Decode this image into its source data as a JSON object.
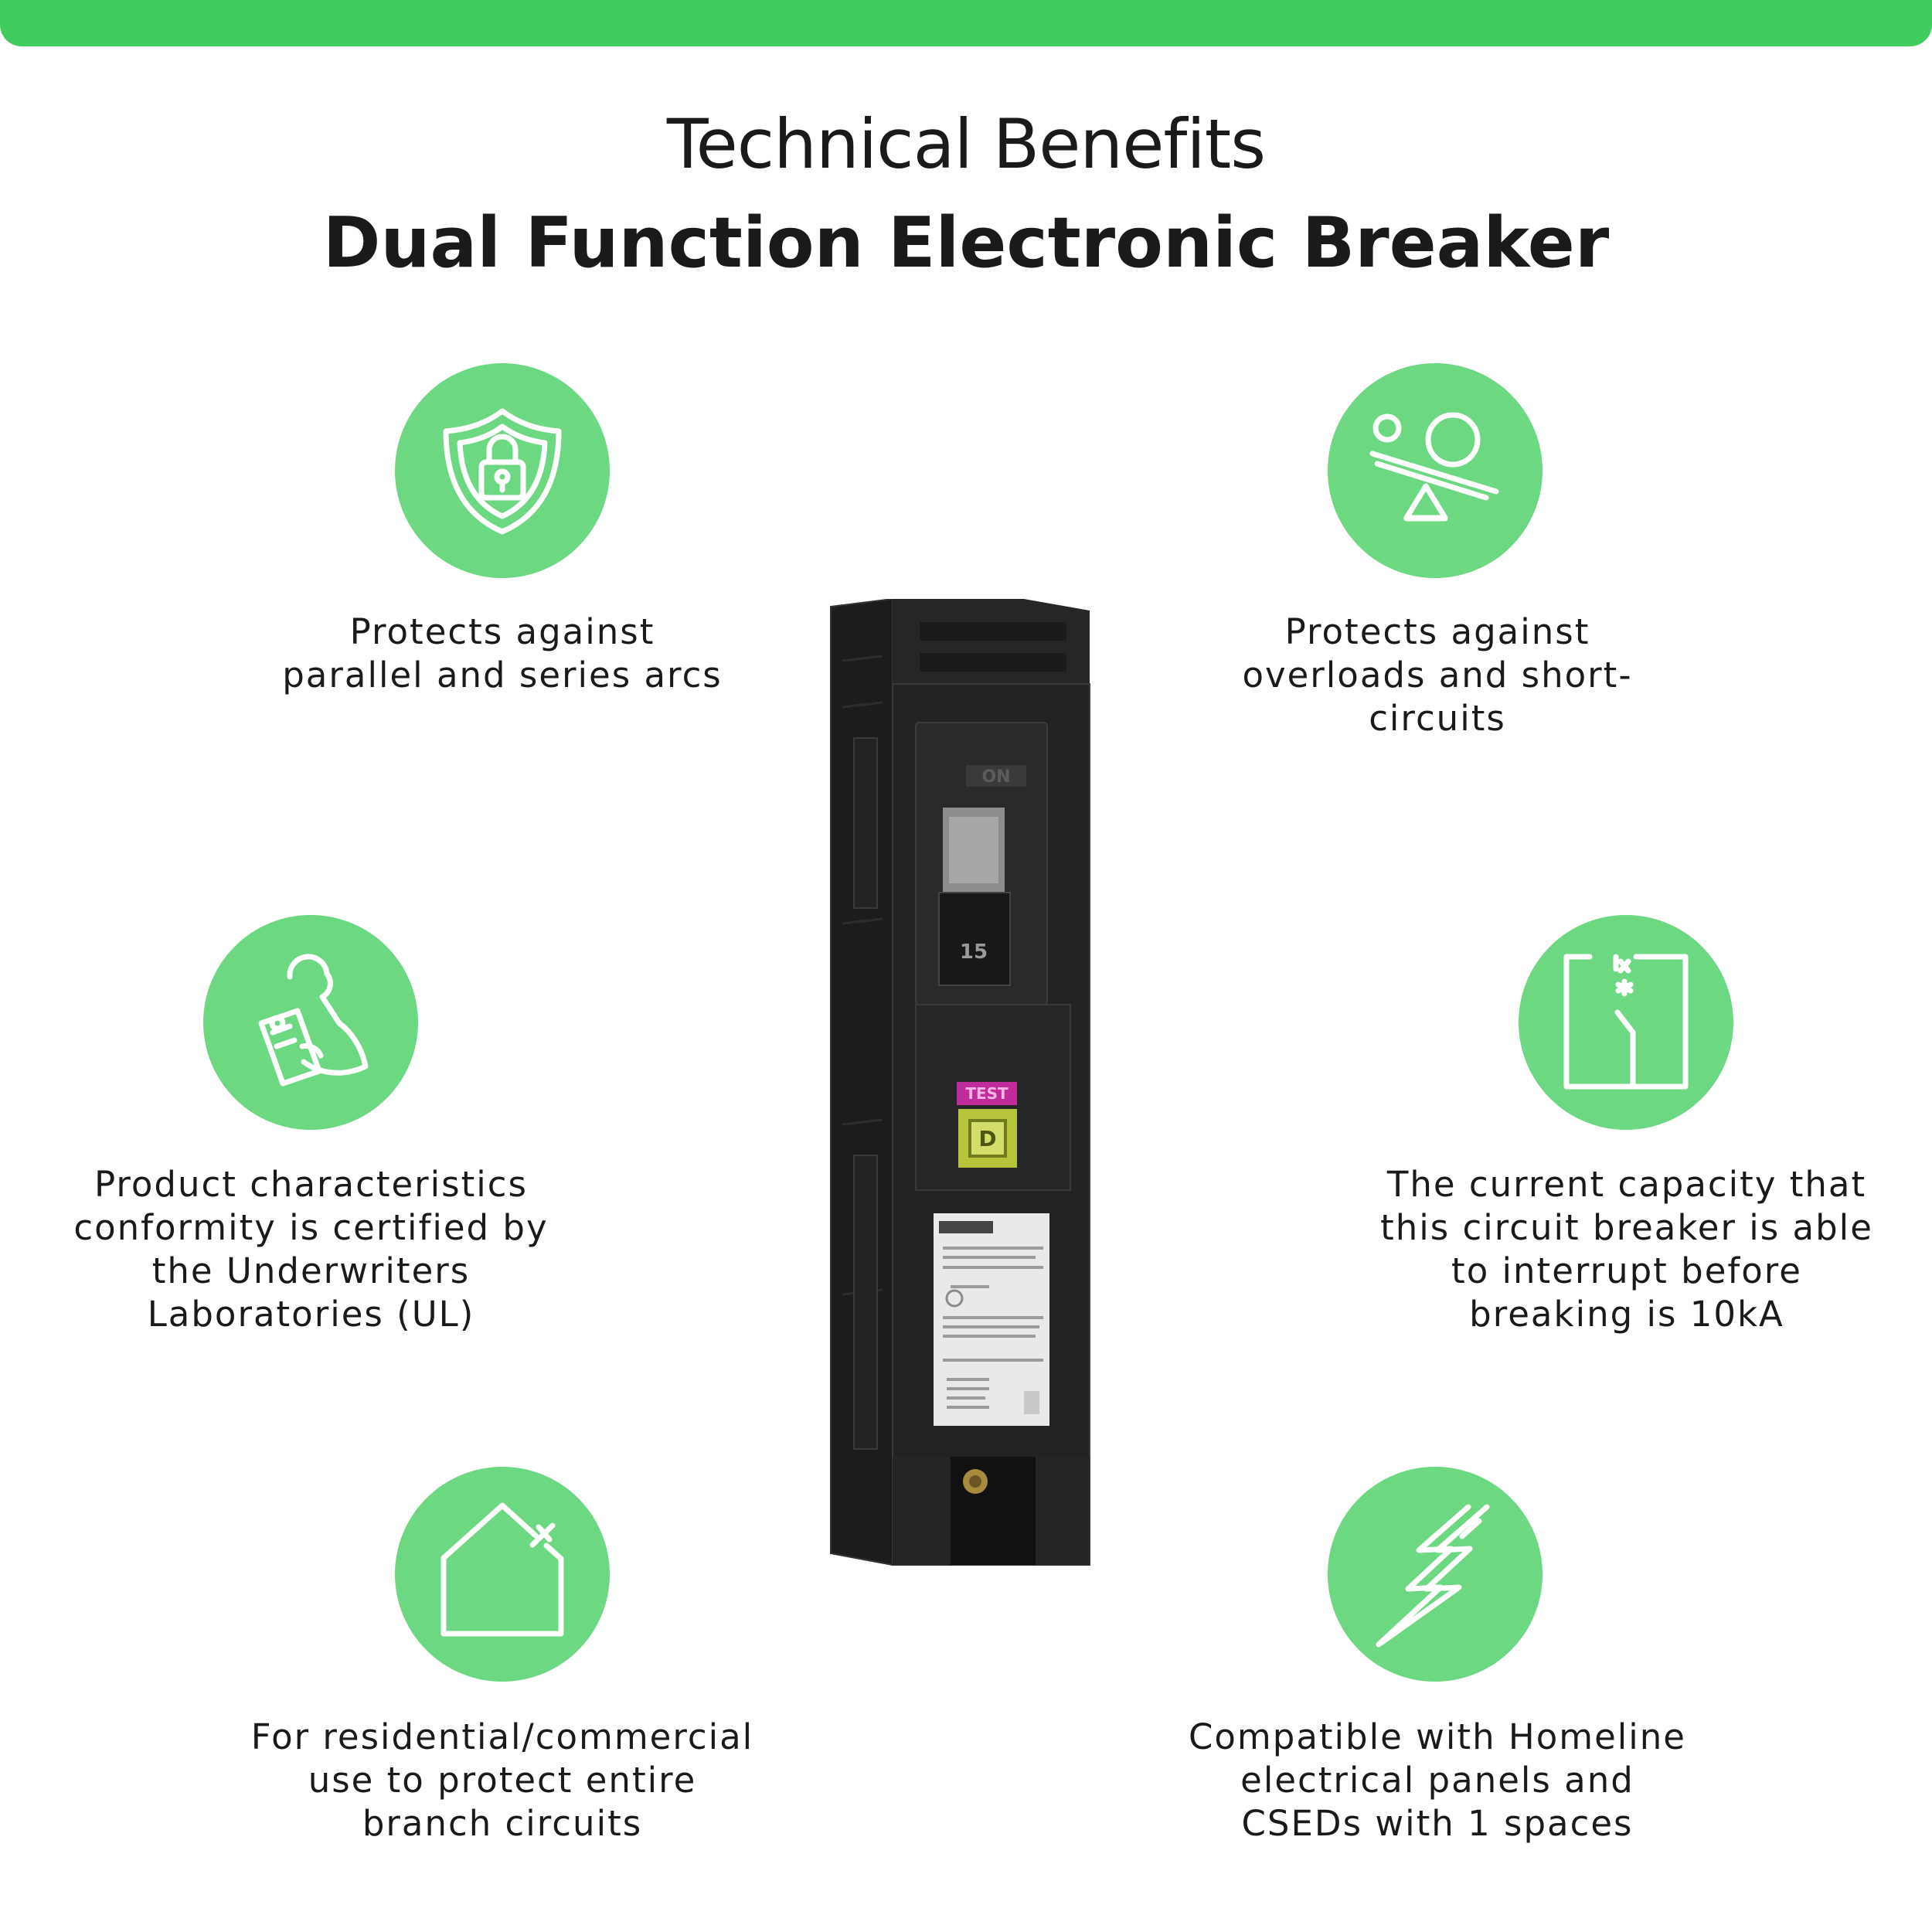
{
  "header": {
    "subtitle": "Technical Benefits",
    "title": "Dual Function Electronic Breaker"
  },
  "features": [
    {
      "icon": "shield-lock-icon",
      "text": "Protects against\nparallel and series arcs"
    },
    {
      "icon": "seesaw-balance-icon",
      "text": "Protects against\noverloads and short-\ncircuits"
    },
    {
      "icon": "certificate-puzzle-icon",
      "text": "Product characteristics\nconformity is certified by\nthe Underwriters\nLaboratories (UL)"
    },
    {
      "icon": "circuit-break-icon",
      "text": "The current capacity that\nthis circuit breaker is able\nto interrupt before\nbreaking is 10kA"
    },
    {
      "icon": "house-icon",
      "text": "For residential/commercial\nuse to protect entire\nbranch circuits"
    },
    {
      "icon": "lightning-icon",
      "text": "Compatible with Homeline\nelectrical panels and\nCSEDs with 1 spaces"
    }
  ],
  "product": {
    "rating": "15",
    "switch_label": "ON",
    "test_label": "TEST",
    "logo_letter": "D"
  },
  "colors": {
    "accent": "#41cd5e",
    "icon_circle": "#6cd882",
    "text": "#1a1a1a"
  }
}
